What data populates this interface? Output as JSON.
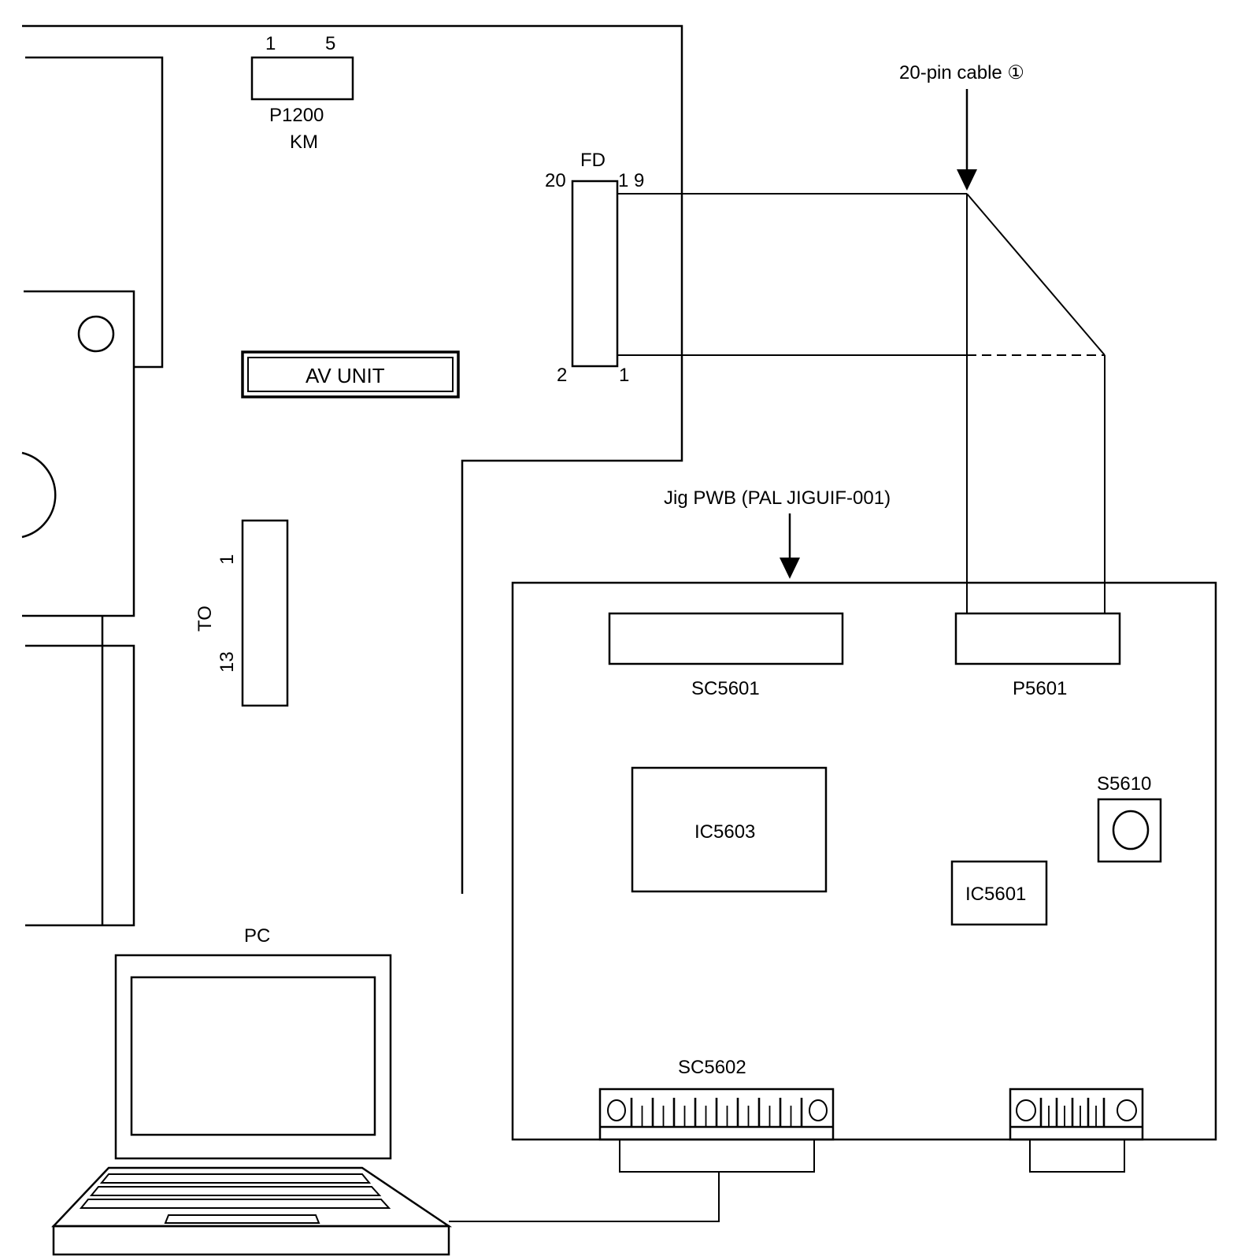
{
  "labels": {
    "p1200_pin_first": "1",
    "p1200_pin_last": "5",
    "p1200_name": "P1200",
    "km": "KM",
    "fd": "FD",
    "fd_pin_20": "20",
    "fd_pin_19": "1 9",
    "fd_pin_2": "2",
    "fd_pin_1": "1",
    "av_unit": "AV UNIT",
    "to": "TO",
    "to_pin_1": "1",
    "to_pin_13": "13",
    "cable": "20-pin cable ①",
    "jig_pwb": "Jig PWB (PAL JIGUIF-001)",
    "sc5601": "SC5601",
    "p5601": "P5601",
    "ic5603": "IC5603",
    "ic5601": "IC5601",
    "s5610": "S5610",
    "sc5602": "SC5602",
    "pc": "PC"
  },
  "connectors": {
    "sc5602_pin_count": 17,
    "right_dsub_pin_count": 9
  },
  "colors": {
    "line": "#000000",
    "background": "#ffffff"
  }
}
